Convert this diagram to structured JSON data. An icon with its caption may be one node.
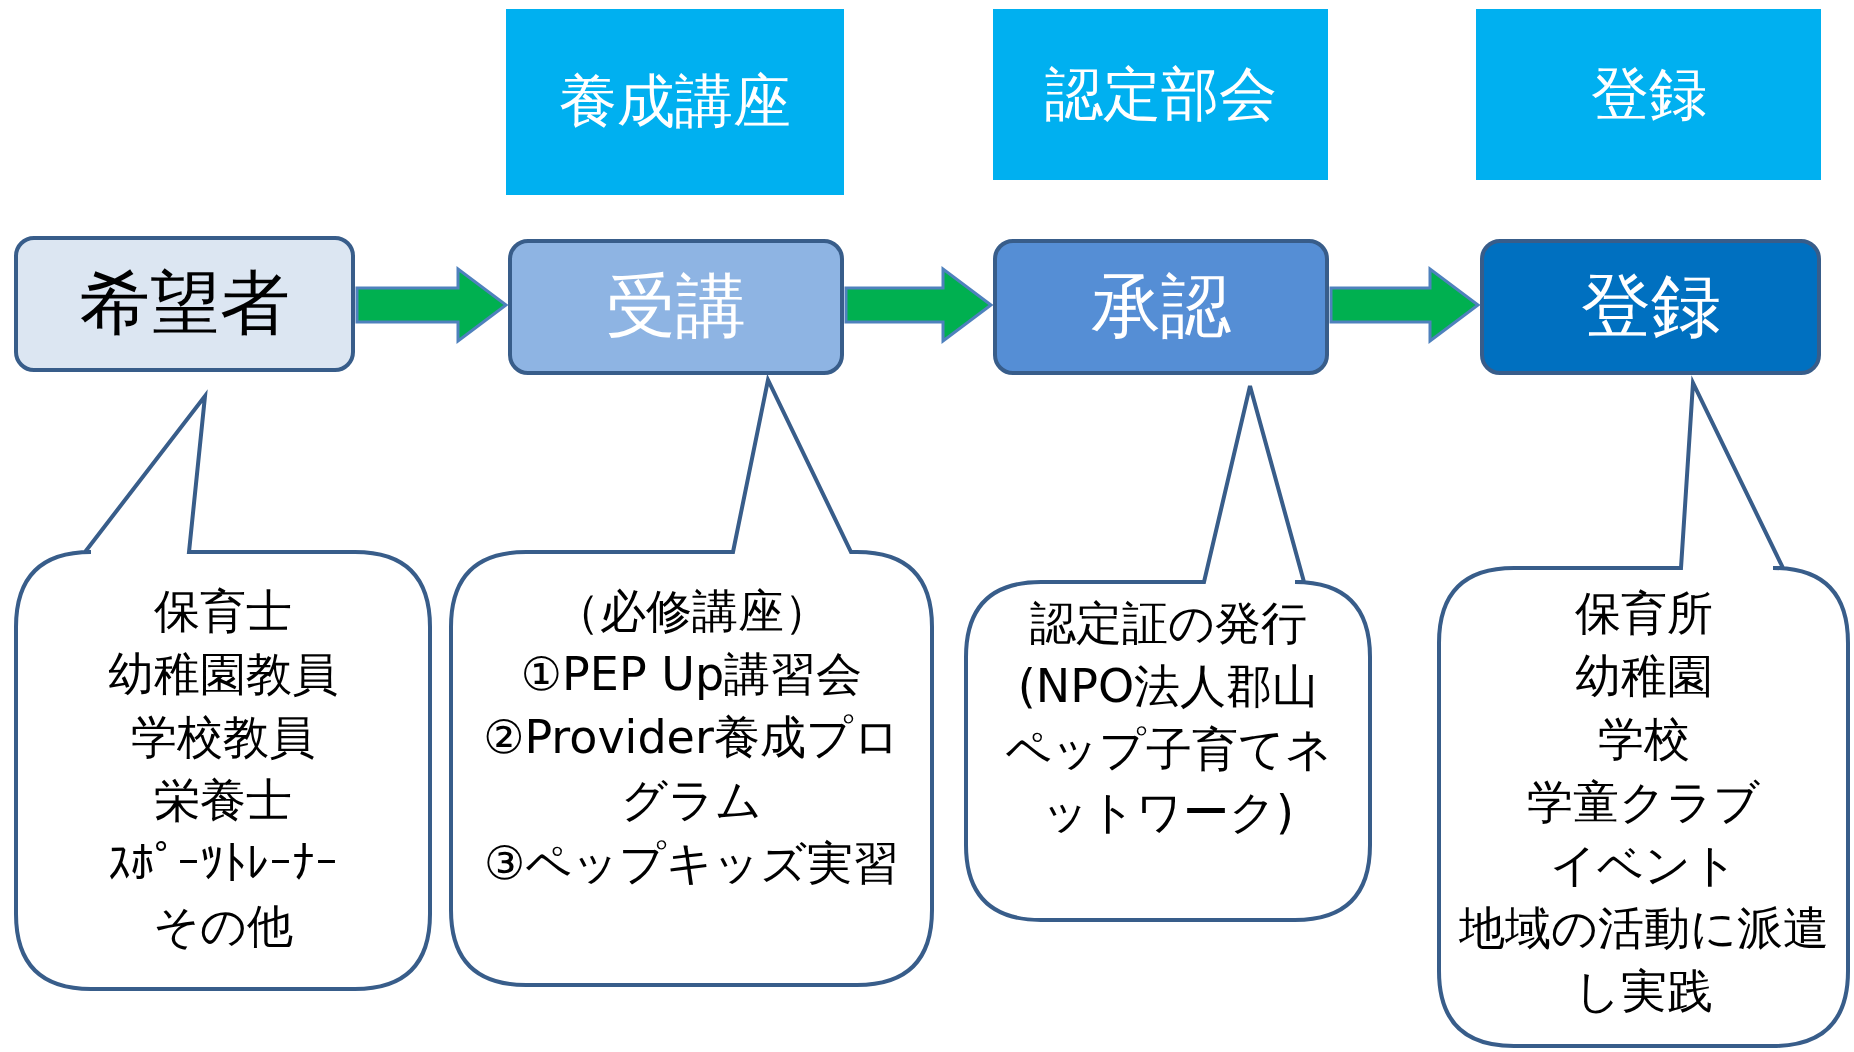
{
  "diagram": {
    "nodes": [
      {
        "text": [
          "養成講座"
        ]
      },
      {
        "text": [
          "認定部会"
        ]
      },
      {
        "text": [
          "登録"
        ]
      },
      {
        "text": [
          "希望者"
        ]
      },
      {
        "text": [
          "受講"
        ]
      },
      {
        "text": [
          "承認"
        ]
      },
      {
        "text": [
          "登録"
        ]
      },
      {
        "text": [
          "保育士",
          "幼稚園教員",
          "学校教員",
          "栄養士",
          "ｽﾎﾟｰﾂﾄﾚｰﾅｰ",
          "その他"
        ]
      },
      {
        "text": [
          "（必修講座）",
          "①PEP Up講習会",
          "②Provider養成プログラム",
          "③ペップキッズ実習"
        ]
      },
      {
        "text": [
          "認定証の発行(NPO法人郡山ペップ子育てネットワーク)"
        ]
      },
      {
        "text": [
          "保育所",
          "幼稚園",
          "学校",
          "学童クラブ",
          "イベント",
          "地域の活動に派遣し実践"
        ]
      }
    ],
    "edges": [
      {
        "from": 3,
        "to": 4,
        "arrow": "to"
      },
      {
        "from": 4,
        "to": 5,
        "arrow": "to"
      },
      {
        "from": 5,
        "to": 6,
        "arrow": "to"
      }
    ]
  }
}
